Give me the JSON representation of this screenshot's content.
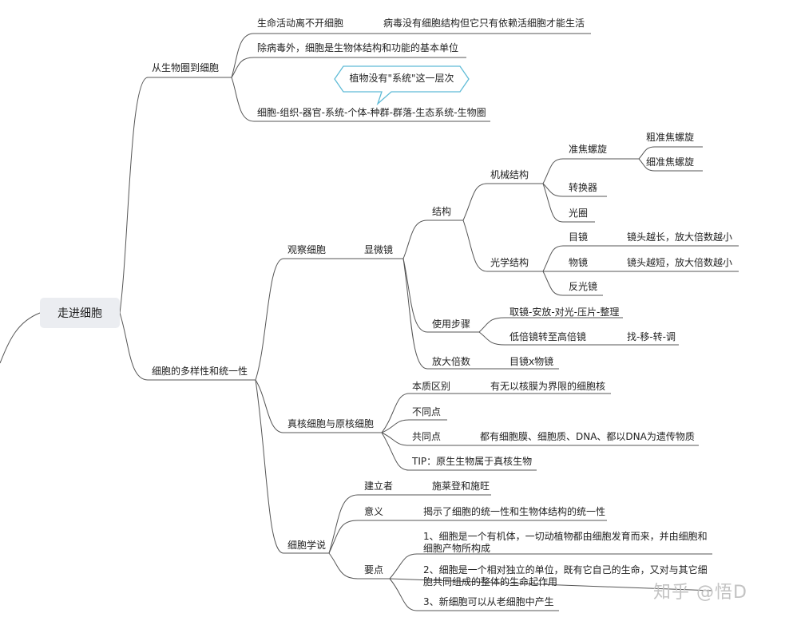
{
  "root": "走进细胞",
  "branches": {
    "b1": {
      "label": "从生物圈到细胞",
      "t1": "生命活动离不开细胞",
      "t1_note": "病毒没有细胞结构但它只有依赖活细胞才能生活",
      "t2": "除病毒外，细胞是生物体结构和功能的基本单位",
      "t3": "细胞-组织-器官-系统-个体-种群-群落-生态系统-生物圈",
      "callout": "植物没有\"系统\"这一层次"
    },
    "b2": {
      "label": "细胞的多样性和统一性",
      "observe": {
        "label": "观察细胞",
        "microscope": "显微镜",
        "structure": "结构",
        "mechanical": "机械结构",
        "focus": "准焦螺旋",
        "coarse": "粗准焦螺旋",
        "fine": "细准焦螺旋",
        "nosepiece": "转换器",
        "diaphragm": "光圈",
        "optical": "光学结构",
        "eyepiece": "目镜",
        "eyepiece_note": "镜头越长，放大倍数越小",
        "objective": "物镜",
        "objective_note": "镜头越短，放大倍数越小",
        "mirror": "反光镜",
        "steps": "使用步骤",
        "steps_1": "取镜-安放-对光-压片-整理",
        "steps_2": "低倍镜转至高倍镜",
        "steps_2_note": "找-移-转-调",
        "magnification": "放大倍数",
        "magnification_note": "目镜x物镜"
      },
      "eukaryote": {
        "label": "真核细胞与原核细胞",
        "essence": "本质区别",
        "essence_note": "有无以核膜为界限的细胞核",
        "diff": "不同点",
        "common": "共同点",
        "common_note": "都有细胞膜、细胞质、DNA、都以DNA为遗传物质",
        "tip": "TIP：原生生物属于真核生物"
      },
      "theory": {
        "label": "细胞学说",
        "founder": "建立者",
        "founder_note": "施莱登和施旺",
        "meaning": "意义",
        "meaning_note": "揭示了细胞的统一性和生物体结构的统一性",
        "points": "要点",
        "p1": "1、细胞是一个有机体，一切动植物都由细胞发育而来，并由细胞和细胞产物所构成",
        "p2": "2、细胞是一个相对独立的单位，既有它自己的生命，又对与其它细胞共同组成的整体的生命起作用",
        "p3": "3、新细胞可以从老细胞中产生"
      }
    }
  },
  "watermark": "知乎 @悟D"
}
